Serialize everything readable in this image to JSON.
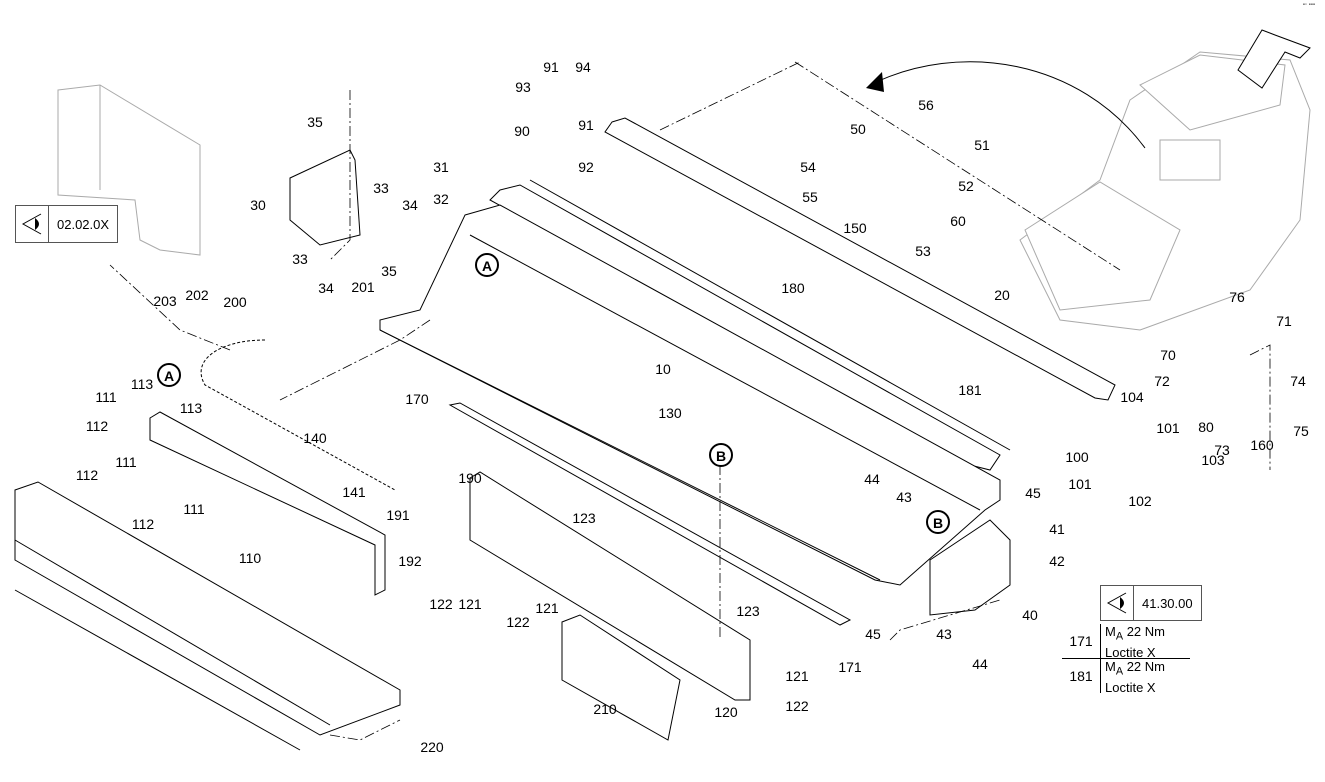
{
  "labels": [
    "93",
    "91",
    "94",
    "90",
    "91",
    "92",
    "35",
    "31",
    "32",
    "33",
    "34",
    "30",
    "33",
    "34",
    "35",
    "56",
    "50",
    "51",
    "54",
    "52",
    "55",
    "60",
    "150",
    "53",
    "180",
    "20",
    "76",
    "71",
    "70",
    "72",
    "74",
    "10",
    "181",
    "104",
    "75",
    "80",
    "73",
    "160",
    "101",
    "100",
    "103",
    "101",
    "102",
    "203",
    "202",
    "200",
    "201",
    "113",
    "111",
    "113",
    "112",
    "140",
    "170",
    "130",
    "44",
    "43",
    "45",
    "112",
    "111",
    "112",
    "111",
    "141",
    "190",
    "191",
    "123",
    "41",
    "42",
    "110",
    "192",
    "122",
    "121",
    "122",
    "121",
    "123",
    "45",
    "43",
    "40",
    "44",
    "171",
    "121",
    "122",
    "210",
    "120",
    "220"
  ],
  "circle_labels": [
    "A",
    "A",
    "B",
    "B"
  ],
  "references": [
    {
      "code": "02.02.0X",
      "icon": "eye-view-icon"
    },
    {
      "code": "41.30.00",
      "icon": "eye-view-icon"
    }
  ],
  "torque_table": [
    {
      "part": "171",
      "torque_prefix": "M",
      "torque_sub": "A",
      "torque": " 22 Nm",
      "adhesive": "Loctite X"
    },
    {
      "part": "181",
      "torque_prefix": "M",
      "torque_sub": "A",
      "torque": " 22 Nm",
      "adhesive": "Loctite X"
    }
  ],
  "corner_mark": "▪▫ ▪▪▪"
}
